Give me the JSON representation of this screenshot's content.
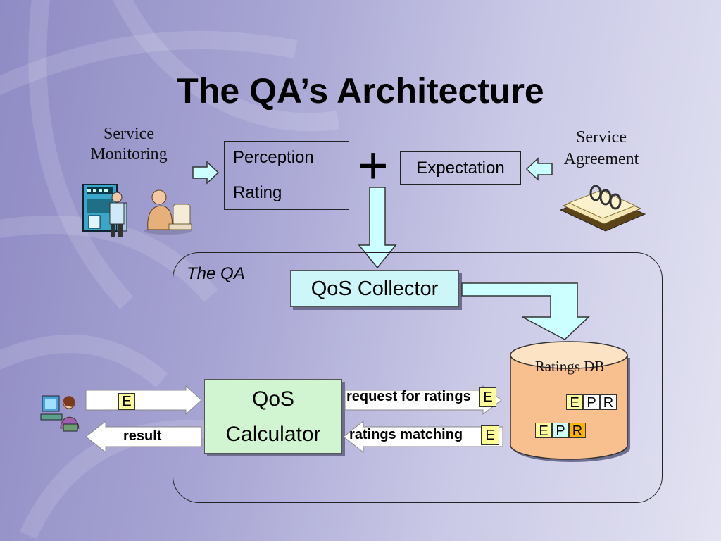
{
  "title": "The QA’s Architecture",
  "service_monitoring": [
    "Service",
    "Monitoring"
  ],
  "service_agreement": [
    "Service",
    "Agreement"
  ],
  "perception_box": {
    "line1": "Perception",
    "line2": "Rating"
  },
  "plus_sign": "+",
  "expectation": "Expectation",
  "qa_label": "The QA",
  "qos_collector": "QoS Collector",
  "ratings_db": {
    "label": "Ratings DB",
    "row1": [
      "E",
      "P",
      "R"
    ],
    "row2": [
      "E",
      "P",
      "R"
    ]
  },
  "qos_calculator": [
    "QoS",
    "Calculator"
  ],
  "arrows": {
    "request_for_ratings": "request for ratings",
    "ratings_matching": "ratings matching",
    "result": "result"
  },
  "tags": {
    "e": "E"
  },
  "colors": {
    "collector_bg": "#ccf6f8",
    "calculator_bg": "#d0f5d0",
    "db_fill": "#f8c08e",
    "tag_yellow": "#ffff99",
    "tag_cyan": "#ccffff",
    "tag_orange": "#ffb400",
    "arrow_cyan": "#ccffff"
  }
}
